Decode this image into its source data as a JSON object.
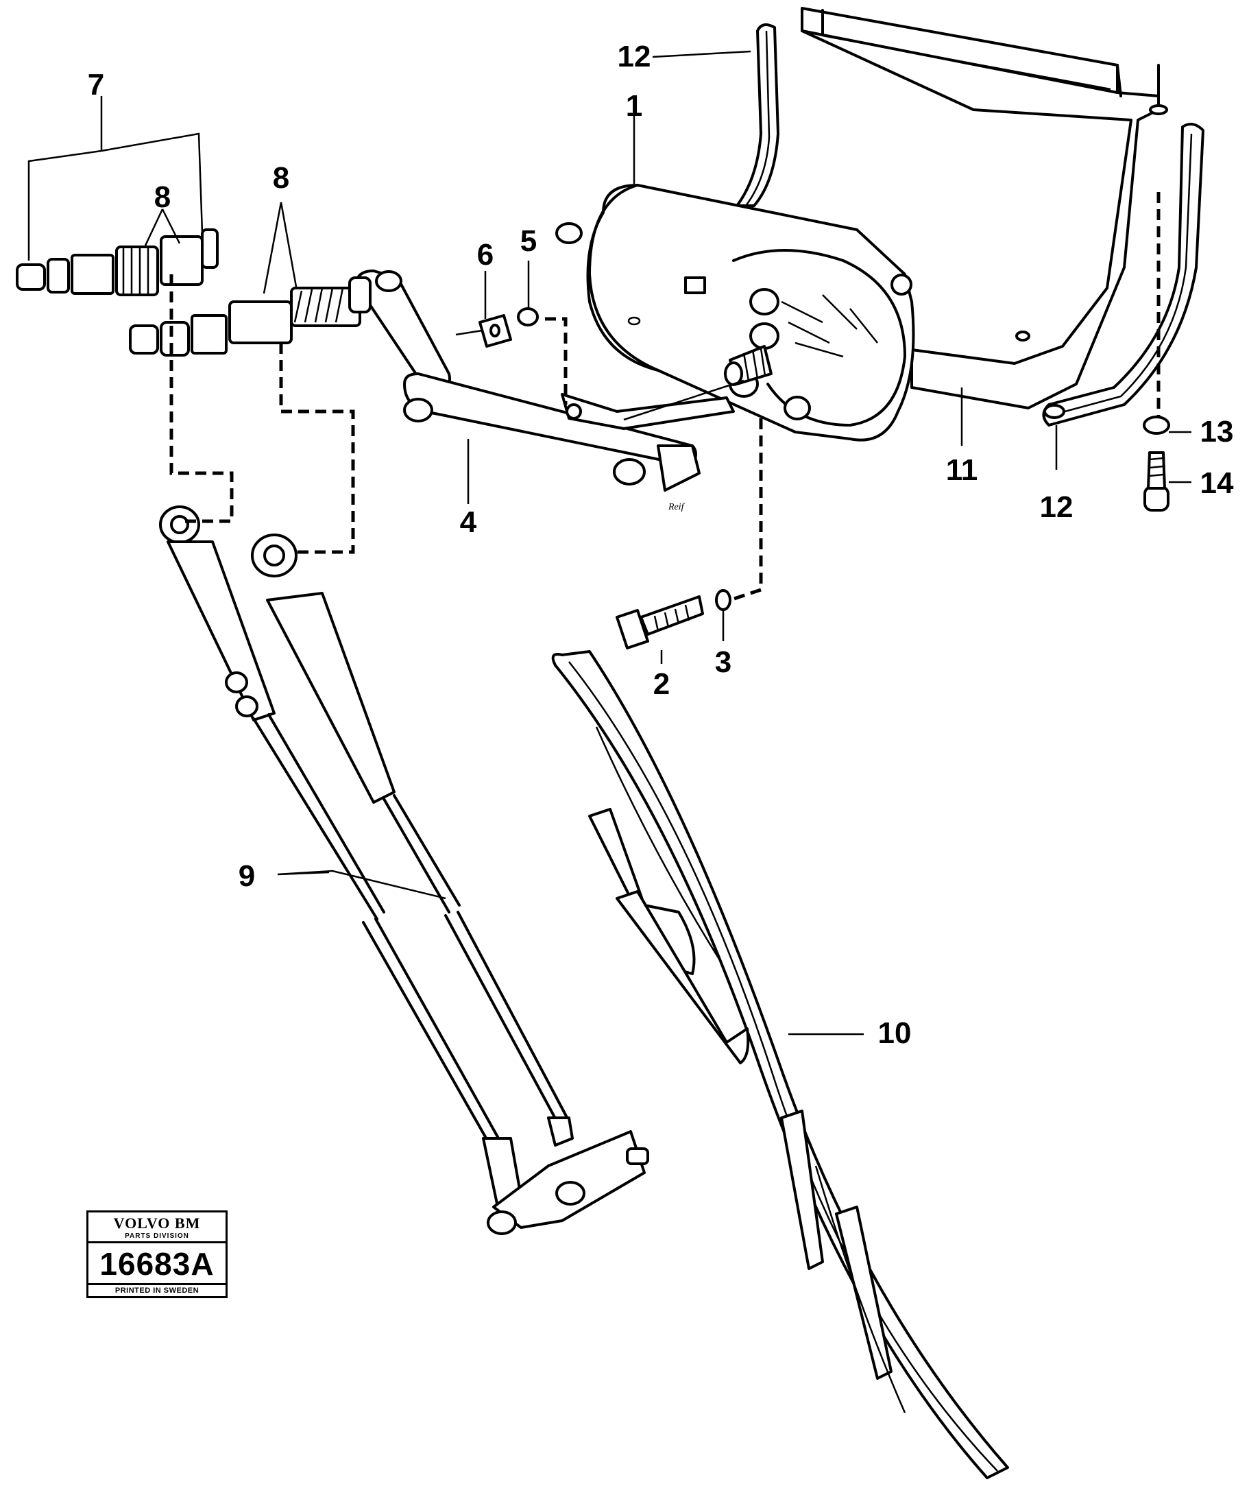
{
  "callouts": {
    "c1": "1",
    "c2": "2",
    "c3": "3",
    "c4": "4",
    "c5": "5",
    "c6": "6",
    "c7": "7",
    "c8a": "8",
    "c8b": "8",
    "c9": "9",
    "c10": "10",
    "c11": "11",
    "c12a": "12",
    "c12b": "12",
    "c13": "13",
    "c14": "14"
  },
  "stamp": {
    "brand": "VOLVO BM",
    "division": "PARTS DIVISION",
    "number": "16683A",
    "printed": "PRINTED IN SWEDEN"
  },
  "signature": "Reif"
}
